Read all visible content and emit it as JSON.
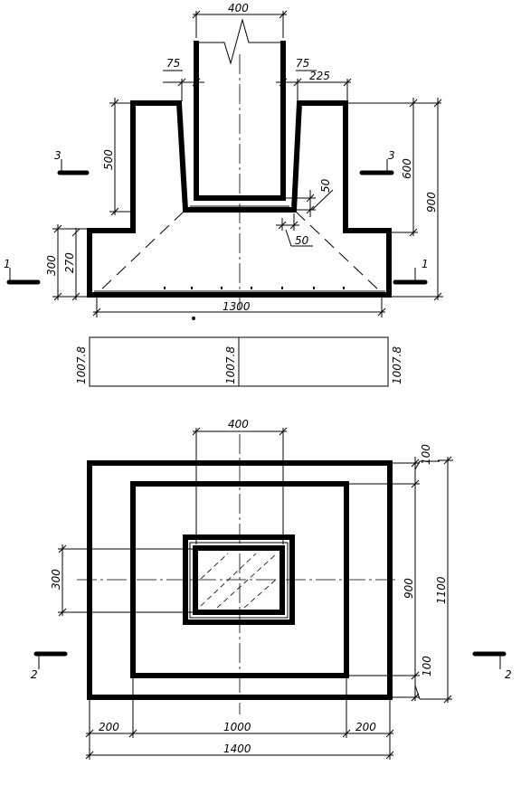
{
  "section": {
    "dims": {
      "column_width": "400",
      "gap_left": "75",
      "gap_right": "75",
      "wall": "225",
      "socket_depth": "500",
      "socket_height": "600",
      "total_height": "900",
      "base_step": "300",
      "base_step_inner": "270",
      "bottom_gap": "50",
      "side_gap": "50",
      "base_width": "1300"
    },
    "cuts": {
      "cut1": "1",
      "cut3": "3"
    }
  },
  "elevation_strip": {
    "marks": [
      "1007.8",
      "1007.8",
      "1007.8"
    ]
  },
  "plan": {
    "dims": {
      "column_width": "400",
      "column_depth": "300",
      "step_top": "100",
      "step_bottom": "100",
      "inner_height": "900",
      "outer_height": "1100",
      "edge_left": "200",
      "middle": "1000",
      "edge_right": "200",
      "outer_width": "1400"
    },
    "cuts": {
      "cut2": "2"
    }
  }
}
